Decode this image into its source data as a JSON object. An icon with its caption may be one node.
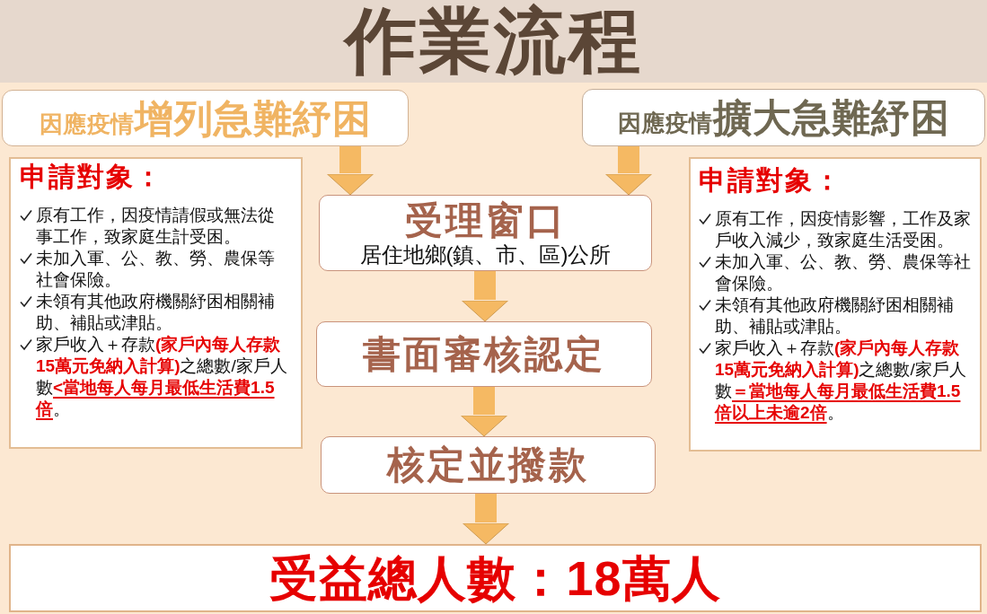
{
  "diagram": {
    "title": "作業流程",
    "nodes": [
      {
        "text": [
          "因應疫情",
          "增列急難紓困"
        ]
      },
      {
        "text": [
          "因應疫情",
          "擴大急難紓困"
        ]
      },
      {
        "text": [
          "申請對象：",
          "原有工作，因疫情請假或無法從事工作，致家庭生計受困。",
          "未加入軍、公、教、勞、農保等社會保險。",
          "未領有其他政府機關紓困相關補助、補貼或津貼。",
          "家戶收入＋存款**(家戶內每人存款15萬元免納入計算)**之總數/家戶人數**<當地每人每月最低生活費1.5倍**。"
        ]
      },
      {
        "text": [
          "申請對象：",
          "原有工作，因疫情影響，工作及家戶收入減少，致家庭生活受困。",
          "未加入軍、公、教、勞、農保等社會保險。",
          "未領有其他政府機關紓困相關補助、補貼或津貼。",
          "家戶收入＋存款**(家戶內每人存款15萬元免納入計算)**之總數/家戶人數**＝當地每人每月最低生活費1.5倍以上未逾2倍**。"
        ]
      },
      {
        "text": [
          "受理窗口",
          "居住地鄉(鎮、市、區)公所"
        ]
      },
      {
        "text": [
          "書面審核認定"
        ]
      },
      {
        "text": [
          "核定並撥款"
        ]
      },
      {
        "text": [
          "受益總人數：18萬人"
        ]
      }
    ],
    "edges": [
      {
        "from": 0,
        "to": 4,
        "arrow": "to"
      },
      {
        "from": 1,
        "to": 4,
        "arrow": "to"
      },
      {
        "from": 4,
        "to": 5,
        "arrow": "to"
      },
      {
        "from": 5,
        "to": 6,
        "arrow": "to"
      },
      {
        "from": 6,
        "to": 7,
        "arrow": "to"
      }
    ]
  }
}
